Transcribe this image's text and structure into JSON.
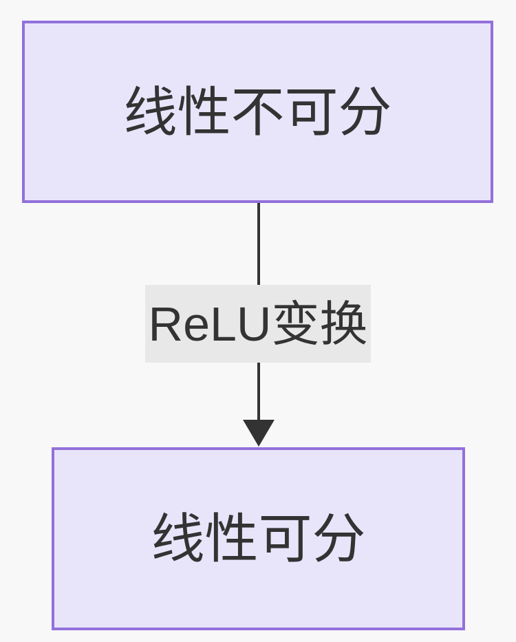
{
  "diagram": {
    "type": "flowchart",
    "direction": "top-to-bottom",
    "background_color": "#f8f8f9",
    "nodes": [
      {
        "id": "node-top",
        "label": "线性不可分",
        "shape": "rectangle",
        "fill_color": "#e8e5fb",
        "border_color": "#9370db",
        "text_color": "#333333"
      },
      {
        "id": "node-bottom",
        "label": "线性可分",
        "shape": "rectangle",
        "fill_color": "#e8e5fb",
        "border_color": "#9370db",
        "text_color": "#333333"
      }
    ],
    "edges": [
      {
        "id": "edge-top-to-bottom",
        "from": "node-top",
        "to": "node-bottom",
        "label": "ReLU变换",
        "arrowhead": "filled-triangle",
        "line_color": "#333333",
        "label_background": "#e8e8e8",
        "label_text_color": "#333333"
      }
    ]
  }
}
